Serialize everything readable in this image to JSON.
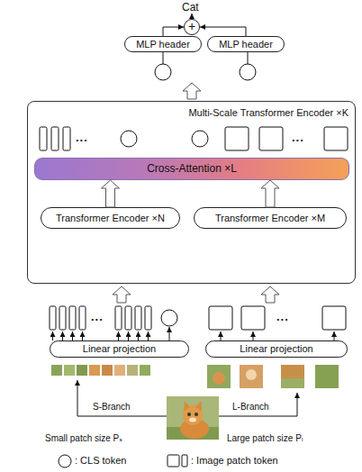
{
  "diagram": {
    "nodes": [
      {
        "text": [
          "+"
        ]
      },
      {
        "text": [
          "MLP header"
        ]
      },
      {
        "text": [
          "MLP header"
        ]
      },
      {
        "text": [
          "Multi-Scale Transformer Encoder ×K"
        ]
      },
      {
        "text": [
          "Cross-Attention ×L"
        ],
        "in": 3
      },
      {
        "text": [
          "Transformer Encoder ×N"
        ],
        "in": 3
      },
      {
        "text": [
          "Transformer Encoder ×M"
        ],
        "in": 3
      },
      {
        "text": [
          "Linear projection"
        ]
      },
      {
        "text": [
          "Linear projection"
        ]
      }
    ],
    "edges": [
      {
        "from": 1,
        "to": 0,
        "arrow": "to"
      },
      {
        "from": 2,
        "to": 0,
        "arrow": "to"
      },
      {
        "from": 5,
        "to": 4,
        "arrow": "to"
      },
      {
        "from": 6,
        "to": 4,
        "arrow": "to"
      }
    ],
    "labels": [
      "Cat",
      "...",
      "...",
      "...",
      "...",
      "S-Branch",
      "L-Branch",
      "Small patch size Pₛ",
      "Large patch size Pₗ"
    ],
    "legend": [
      {
        "text": ": CLS token"
      },
      {
        "text": ": Image patch token"
      }
    ]
  }
}
